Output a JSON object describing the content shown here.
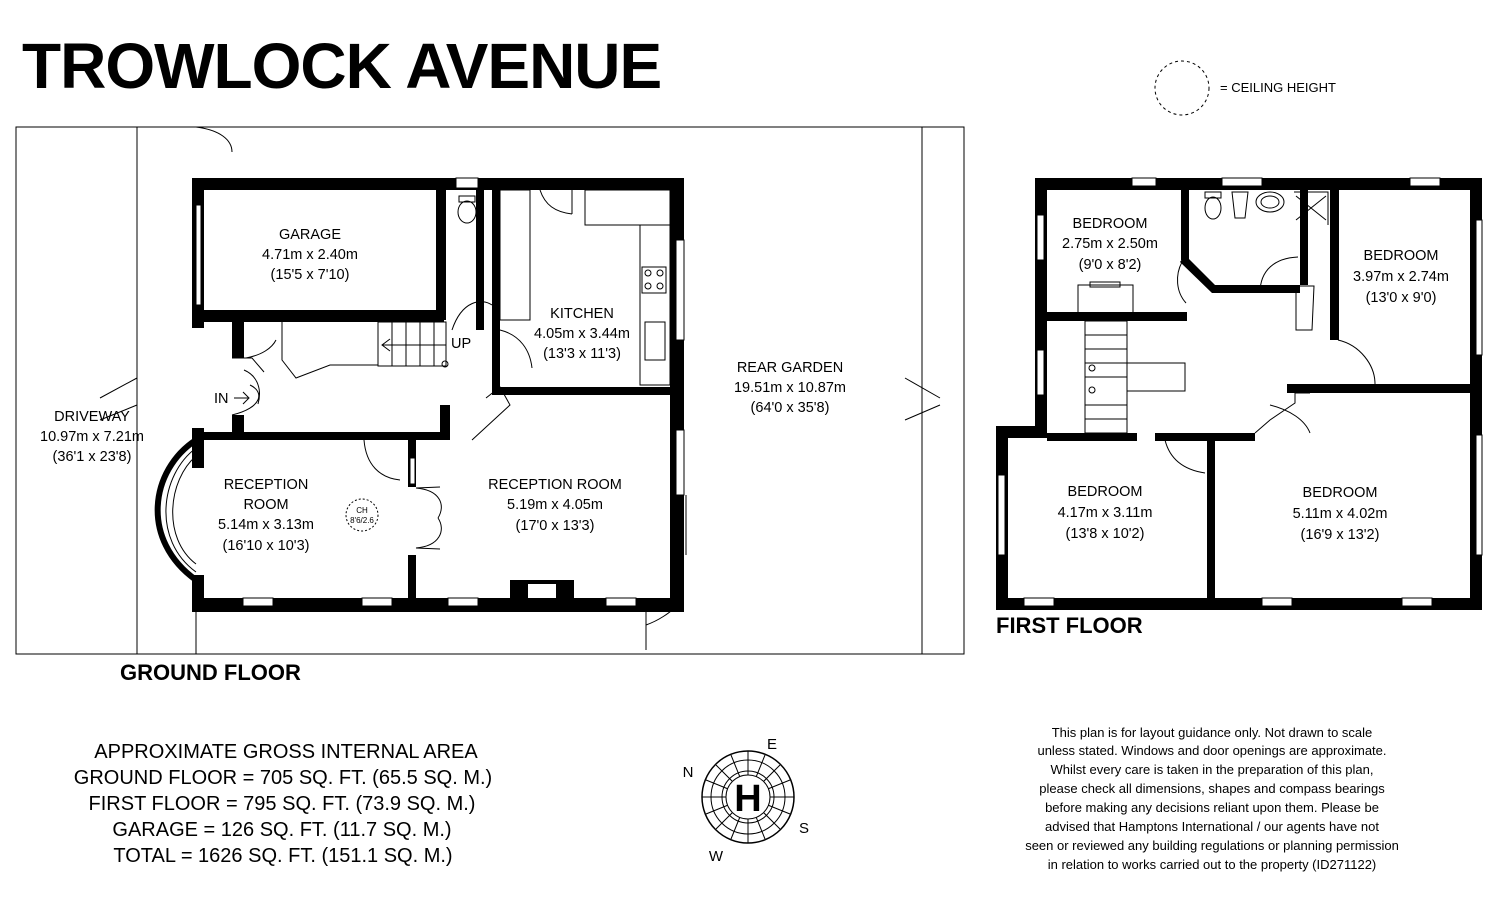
{
  "title": "TROWLOCK AVENUE",
  "legend": {
    "ceiling_height": "=  CEILING HEIGHT"
  },
  "ground_floor": {
    "label": "GROUND FLOOR",
    "garage": {
      "name": "GARAGE",
      "metric": "4.71m x 2.40m",
      "imperial": "(15'5 x 7'10)"
    },
    "kitchen": {
      "name": "KITCHEN",
      "metric": "4.05m x 3.44m",
      "imperial": "(13'3 x 11'3)"
    },
    "rear_garden": {
      "name": "REAR GARDEN",
      "metric": "19.51m x 10.87m",
      "imperial": "(64'0 x 35'8)"
    },
    "driveway": {
      "name": "DRIVEWAY",
      "metric": "10.97m x 7.21m",
      "imperial": "(36'1 x 23'8)"
    },
    "reception_left": {
      "name_1": "RECEPTION",
      "name_2": "ROOM",
      "metric": "5.14m x 3.13m",
      "imperial": "(16'10 x 10'3)"
    },
    "reception_right": {
      "name": "RECEPTION ROOM",
      "metric": "5.19m x 4.05m",
      "imperial": "(17'0 x 13'3)"
    },
    "ceiling_marker": {
      "label": "CH",
      "value": "8'6/2.6"
    },
    "up_label": "UP",
    "in_label": "IN"
  },
  "first_floor": {
    "label": "FIRST FLOOR",
    "bedroom_top_left": {
      "name": "BEDROOM",
      "metric": "2.75m x 2.50m",
      "imperial": "(9'0 x 8'2)"
    },
    "bedroom_top_right": {
      "name": "BEDROOM",
      "metric": "3.97m x 2.74m",
      "imperial": "(13'0 x 9'0)"
    },
    "bedroom_bottom_left": {
      "name": "BEDROOM",
      "metric": "4.17m x 3.11m",
      "imperial": "(13'8 x 10'2)"
    },
    "bedroom_bottom_right": {
      "name": "BEDROOM",
      "metric": "5.11m x 4.02m",
      "imperial": "(16'9 x 13'2)"
    }
  },
  "area_summary": {
    "heading": "APPROXIMATE GROSS INTERNAL AREA",
    "ground": "GROUND FLOOR = 705 SQ. FT. (65.5 SQ. M.)",
    "first": "FIRST FLOOR  = 795 SQ. FT. (73.9 SQ. M.)",
    "garage": "GARAGE  = 126 SQ. FT. (11.7 SQ. M.)",
    "total": "TOTAL =  1626 SQ. FT. (151.1 SQ. M.)"
  },
  "compass": {
    "n": "N",
    "e": "E",
    "s": "S",
    "w": "W",
    "logo": "H"
  },
  "disclaimer": [
    "This plan is for layout guidance only. Not drawn to scale",
    "unless stated. Windows and door openings are approximate.",
    "Whilst every care is taken in the preparation of this plan,",
    "please check all dimensions, shapes and compass bearings",
    "before making any decisions reliant upon them. Please be",
    "advised that Hamptons International / our agents have not",
    "seen or reviewed any building regulations or planning permission",
    "in relation to works carried out to the property (ID271122)"
  ]
}
